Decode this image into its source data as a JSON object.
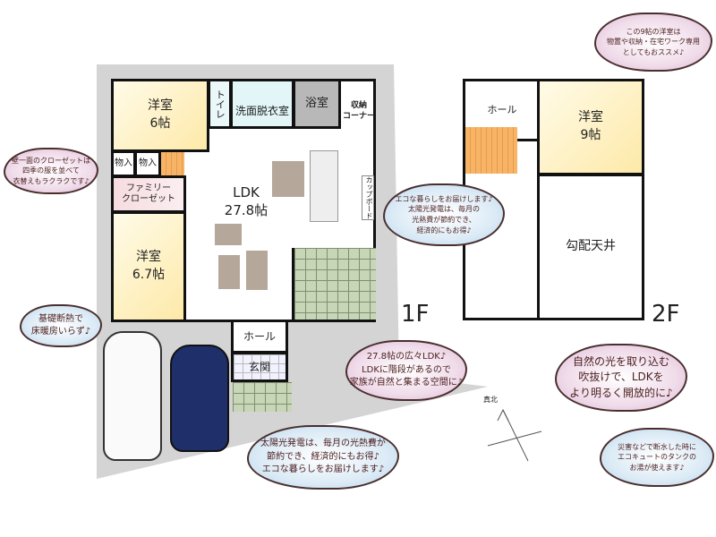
{
  "floor_1": {
    "label": "1F",
    "rooms": {
      "western_6": "洋室\n6帖",
      "storage_1": "物入",
      "storage_2": "物入",
      "family_closet": "ファミリー\nクローゼット",
      "western_67": "洋室\n6.7帖",
      "toilet": "トイレ",
      "washroom": "洗面脱衣室",
      "bath": "浴室",
      "storage_corner": "収納\nコーナー",
      "ldk": "LDK\n27.8帖",
      "cupboard": "カップボード",
      "hall": "ホール",
      "entrance": "玄関"
    }
  },
  "floor_2": {
    "label": "2F",
    "rooms": {
      "hall": "ホール",
      "western_9": "洋室\n9帖",
      "vaulted_ceiling": "勾配天井"
    }
  },
  "compass": "真北",
  "bubbles": {
    "closet": "壁一面のクローゼットは\n四季の服を並べて\n衣替えもラクラクです♪",
    "insulation": "基礎断熱で\n床暖房いらず♪",
    "solar_small": "エコな暮らしをお届けします♪\n太陽光発電は、毎月の\n光熱費が節約でき、\n経済的にもお得♪",
    "room9": "この9帖の洋室は\n物置や収納・在宅ワーク専用\nとしてもおススメ♪",
    "ldk": "27.8帖の広々LDK♪\nLDKに階段があるので\n家族が自然と集まる空間に♪",
    "solar": "太陽光発電は、毎月の光熱費が\n節約でき、経済的にもお得♪\nエコな暮らしをお届けします♪",
    "light": "自然の光を取り込む\n吹抜けで、LDKを\nより明るく開放的に♪",
    "disaster": "災害などで断水した時に\nエコキュートのタンクの\nお湯が使えます♪"
  },
  "colors": {
    "site": "#d4d4d4",
    "bedroom": "#fdf1c2",
    "closet": "#f6dce0",
    "washroom": "#e2f6f8",
    "bath": "#b8b8b8",
    "stairs": "#f7b467",
    "terrace": "#c8d6b8",
    "furniture": "#b5a89a",
    "car_blue": "#1f2f6a"
  }
}
